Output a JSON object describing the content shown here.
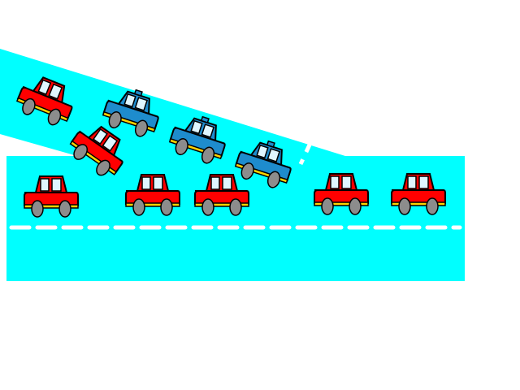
{
  "scene": {
    "description_hidden": "",
    "colors": {
      "road": "#00ffff",
      "lane_marking": "#ffffff",
      "car_red": "#ff0000",
      "car_blue": "#1e8ccd",
      "window": "#dff6ff",
      "wheel": "#8c8c8c",
      "outline": "#000000",
      "bumper": "#ffd200",
      "background": "#ffffff"
    },
    "lanes": [
      {
        "name": "main-road"
      },
      {
        "name": "merge-ramp"
      }
    ],
    "cars": [
      {
        "name": "main-road-car-1",
        "color": "red",
        "lane": "main-road"
      },
      {
        "name": "main-road-car-2",
        "color": "red",
        "lane": "main-road"
      },
      {
        "name": "main-road-car-3",
        "color": "red",
        "lane": "main-road"
      },
      {
        "name": "main-road-car-4",
        "color": "red",
        "lane": "main-road"
      },
      {
        "name": "main-road-car-5",
        "color": "red",
        "lane": "main-road"
      },
      {
        "name": "ramp-car-red-1",
        "color": "red",
        "lane": "merge-ramp"
      },
      {
        "name": "ramp-car-red-2",
        "color": "red",
        "lane": "merge-ramp"
      },
      {
        "name": "ramp-car-blue-1",
        "color": "blue",
        "lane": "merge-ramp"
      },
      {
        "name": "ramp-car-blue-2",
        "color": "blue",
        "lane": "merge-ramp"
      },
      {
        "name": "ramp-car-blue-3",
        "color": "blue",
        "lane": "merge-ramp"
      }
    ]
  }
}
